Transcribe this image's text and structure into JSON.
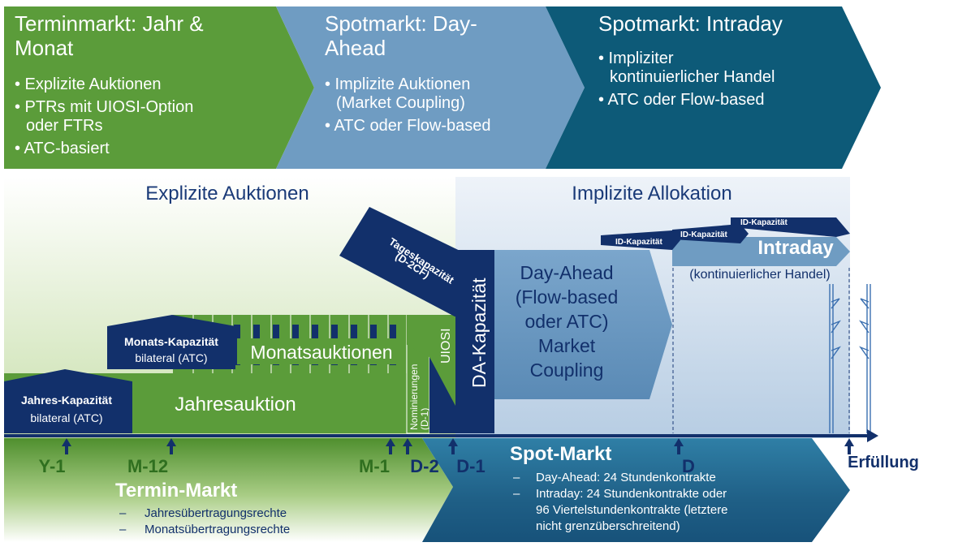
{
  "phases": [
    {
      "title_lines": [
        "Terminmarkt: Jahr &",
        "Monat"
      ],
      "bullets": [
        [
          "• Explizite Auktionen"
        ],
        [
          "• PTRs mit UIOSI-Option",
          "oder FTRs"
        ],
        [
          "• ATC-basiert"
        ]
      ]
    },
    {
      "title_lines": [
        "Spotmarkt: Day-",
        "Ahead"
      ],
      "bullets": [
        [
          "• Implizite Auktionen",
          "(Market Coupling)"
        ],
        [
          "• ATC oder Flow-based"
        ]
      ]
    },
    {
      "title_lines": [
        "Spotmarkt: Intraday"
      ],
      "bullets": [
        [
          "• Impliziter",
          "kontinuierlicher Handel"
        ],
        [
          "• ATC oder Flow-based"
        ]
      ]
    }
  ],
  "regions": {
    "explicit": "Explizite Auktionen",
    "implicit": "Implizite Allokation"
  },
  "blocks": {
    "jahres_kapazitaet": "Jahres-Kapazität",
    "jahres_bilateral": "bilateral (ATC)",
    "monats_kapazitaet": "Monats-Kapazität",
    "monats_bilateral": "bilateral (ATC)",
    "jahresauktion": "Jahresauktion",
    "monatsauktionen": "Monatsauktionen",
    "nominierungen": "Nominierungen",
    "nominierungen_sub": "(D-1)",
    "uiosi": "UIOSI",
    "tageskapazitaet": "Tageskapazität",
    "tageskapazitaet_sub": "(D-2CF)",
    "da_kapazitaet": "DA-Kapazität",
    "day_ahead_lines": [
      "Day-Ahead",
      "(Flow-based",
      "oder ATC)",
      "Market",
      "Coupling"
    ],
    "id_kapazitaet": [
      "ID-Kapazität",
      "ID-Kapazität",
      "ID-Kapazität"
    ],
    "intraday": "Intraday",
    "intraday_sub": "(kontinuierlicher Handel)"
  },
  "timeline": {
    "ticks": [
      "Y-1",
      "M-12",
      "M-1",
      "D-2",
      "D-1",
      "D",
      "Erfüllung"
    ]
  },
  "markets": {
    "termin_title": "Termin-Markt",
    "termin_items": [
      "Jahresübertragungsrechte",
      "Monatsübertragungsrechte"
    ],
    "spot_title": "Spot-Markt",
    "spot_items": [
      [
        "Day-Ahead: 24 Stundenkontrakte"
      ],
      [
        "Intraday: 24 Stundenkontrakte oder",
        "96 Viertelstundenkontrakte (letztere",
        "nicht grenzüberschreitend)"
      ]
    ]
  },
  "colors": {
    "green": "#5b9c3a",
    "green_light": "#dcebc9",
    "steel_blue": "#6f9cc2",
    "teal": "#0d5a78",
    "navy": "#12306b",
    "light_blue_bg": "#dbe6f2"
  }
}
